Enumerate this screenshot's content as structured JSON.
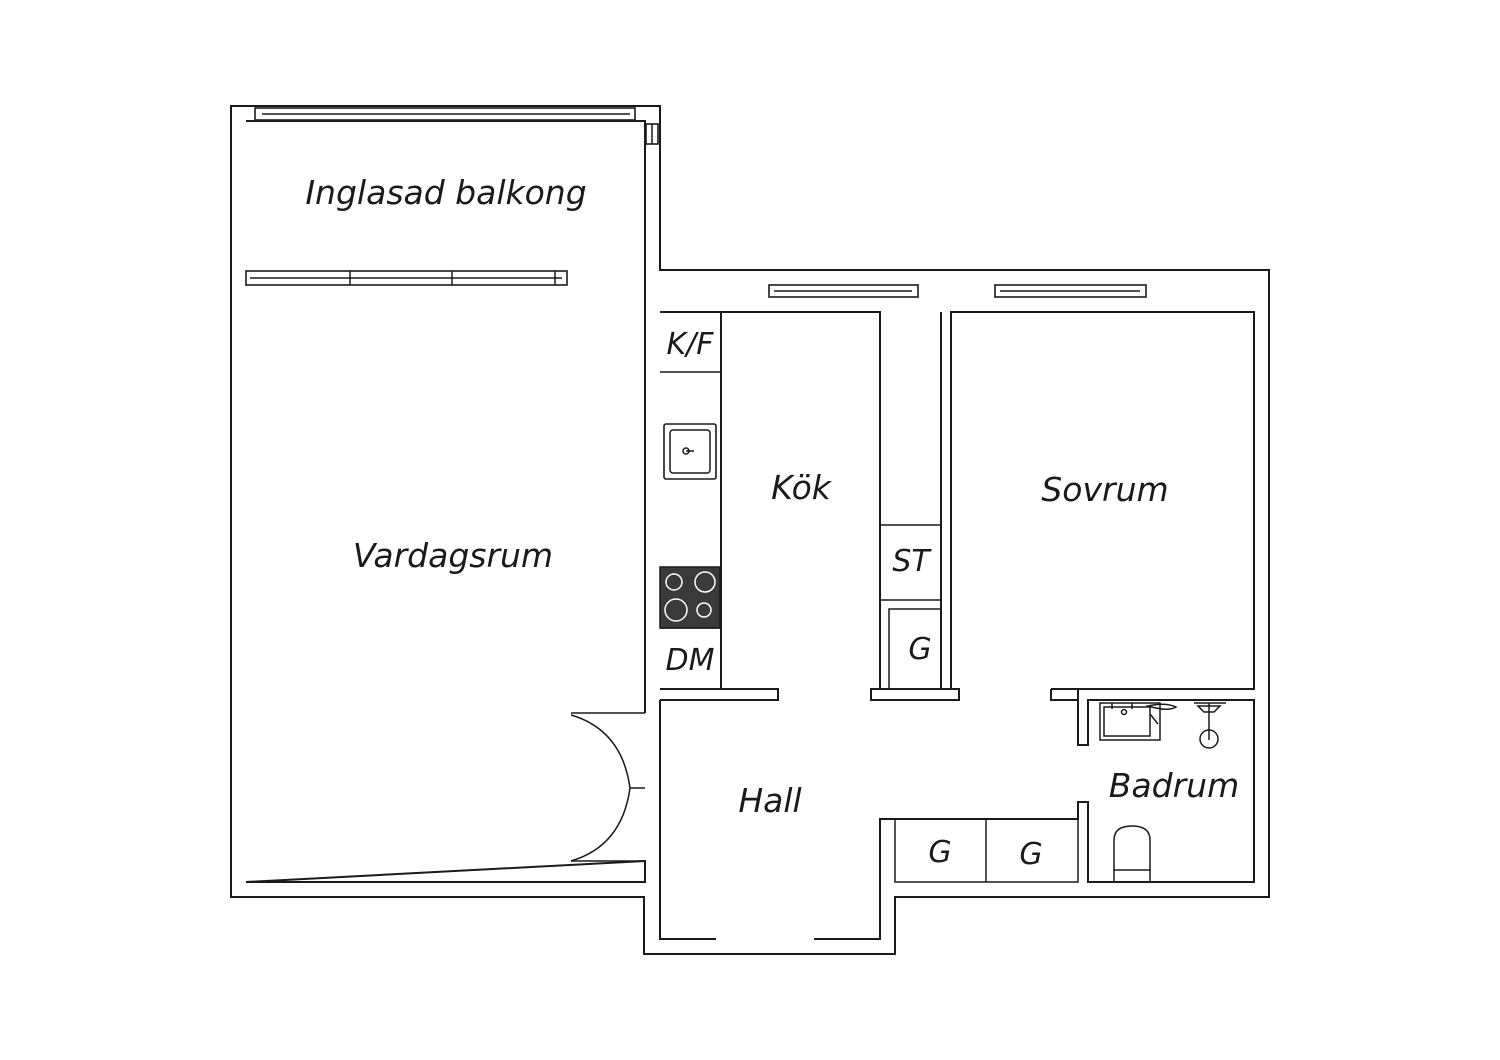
{
  "rooms": {
    "balcony": "Inglasad balkong",
    "living": "Vardagsrum",
    "kitchen": "Kök",
    "bedroom": "Sovrum",
    "hall": "Hall",
    "bathroom": "Badrum"
  },
  "fixtures": {
    "fridge_freezer": "K/F",
    "dishwasher": "DM",
    "storage": "ST",
    "closet_bedroom": "G",
    "closet_hall_1": "G",
    "closet_hall_2": "G"
  },
  "colors": {
    "line": "#1a1a1a",
    "stove": "#3a3a3a",
    "background": "#ffffff"
  }
}
